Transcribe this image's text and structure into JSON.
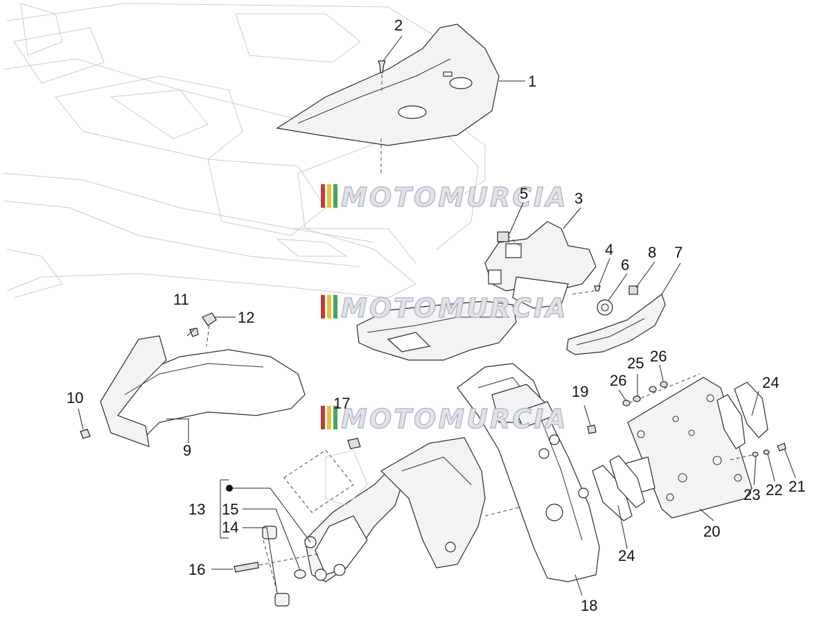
{
  "watermark": {
    "text": "MOTOMURCIA",
    "stripe_colors": [
      "#c43b3b",
      "#e8c23a",
      "#4aa55a"
    ]
  },
  "callouts": [
    {
      "id": "1",
      "label": "1"
    },
    {
      "id": "2",
      "label": "2"
    },
    {
      "id": "3",
      "label": "3"
    },
    {
      "id": "4",
      "label": "4"
    },
    {
      "id": "5",
      "label": "5"
    },
    {
      "id": "6",
      "label": "6"
    },
    {
      "id": "7",
      "label": "7"
    },
    {
      "id": "8",
      "label": "8"
    },
    {
      "id": "9",
      "label": "9"
    },
    {
      "id": "10",
      "label": "10"
    },
    {
      "id": "11",
      "label": "11"
    },
    {
      "id": "12",
      "label": "12"
    },
    {
      "id": "13",
      "label": "13"
    },
    {
      "id": "14",
      "label": "14"
    },
    {
      "id": "15",
      "label": "15"
    },
    {
      "id": "16",
      "label": "16"
    },
    {
      "id": "17",
      "label": "17"
    },
    {
      "id": "18",
      "label": "18"
    },
    {
      "id": "19",
      "label": "19"
    },
    {
      "id": "20",
      "label": "20"
    },
    {
      "id": "21",
      "label": "21"
    },
    {
      "id": "22",
      "label": "22"
    },
    {
      "id": "23",
      "label": "23"
    },
    {
      "id": "24a",
      "label": "24"
    },
    {
      "id": "24b",
      "label": "24"
    },
    {
      "id": "25",
      "label": "25"
    },
    {
      "id": "26a",
      "label": "26"
    },
    {
      "id": "26b",
      "label": "26"
    }
  ]
}
